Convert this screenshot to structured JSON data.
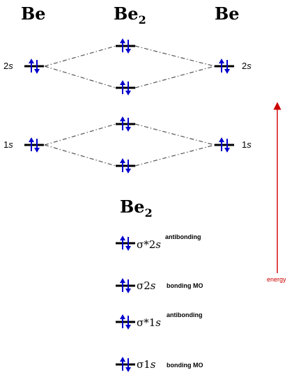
{
  "headers": {
    "left_atom": "Be",
    "molecule": "Be",
    "molecule_subscript": "2",
    "right_atom": "Be"
  },
  "atomic_orbitals": {
    "left_2s": {
      "num": "2",
      "letter": "s"
    },
    "right_2s": {
      "num": "2",
      "letter": "s"
    },
    "left_1s": {
      "num": "1",
      "letter": "s"
    },
    "right_1s": {
      "num": "1",
      "letter": "s"
    }
  },
  "summary": {
    "title": "Be",
    "title_subscript": "2",
    "orbitals": [
      {
        "symbol": "σ*2",
        "letter": "s",
        "note": "antibonding"
      },
      {
        "symbol": "σ2",
        "letter": "s",
        "note": "bonding MO"
      },
      {
        "symbol": "σ*1",
        "letter": "s",
        "note": "antibonding"
      },
      {
        "symbol": "σ1",
        "letter": "s",
        "note": "bonding MO"
      }
    ]
  },
  "energy_axis": {
    "label": "energy",
    "color": "#cc0000"
  },
  "colors": {
    "electron_arrow": "#0000cc",
    "level_line": "#000000",
    "connector": "#555555"
  }
}
